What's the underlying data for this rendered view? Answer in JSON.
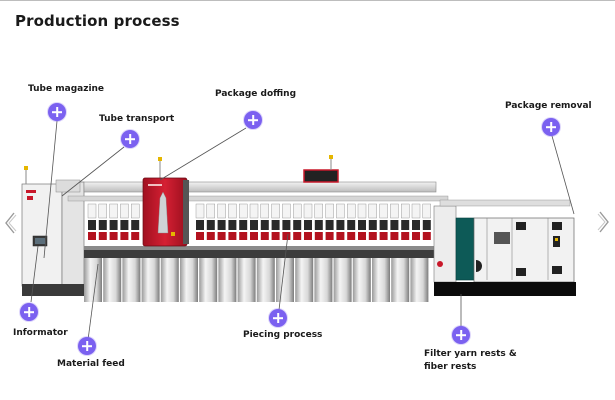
{
  "page": {
    "title": "Production process"
  },
  "hotspots": [
    {
      "id": "tube-magazine",
      "label": "Tube magazine"
    },
    {
      "id": "tube-transport",
      "label": "Tube transport"
    },
    {
      "id": "package-doffing",
      "label": "Package doffing"
    },
    {
      "id": "package-removal",
      "label": "Package removal"
    },
    {
      "id": "informator",
      "label": "Informator"
    },
    {
      "id": "material-feed",
      "label": "Material feed"
    },
    {
      "id": "piecing-process",
      "label": "Piecing process"
    },
    {
      "id": "filter-yarn-rests",
      "label_line1": "Filter yarn rests &",
      "label_line2": "fiber rests"
    }
  ],
  "navigation": {
    "prev_icon": "chevron-left-icon",
    "next_icon": "chevron-right-icon"
  },
  "colors": {
    "hotspot": "#7b61f0",
    "machine_red": "#c8182a",
    "machine_teal": "#0d5a57"
  }
}
